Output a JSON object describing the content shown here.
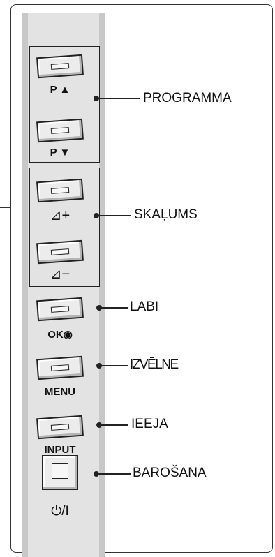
{
  "callouts": {
    "programma": "PROGRAMMA",
    "skalums": "SKAĻUMS",
    "labi": "LABI",
    "izvelne": "IZVĒLNE",
    "ieeja": "IEEJA",
    "barosana": "BAROŠANA"
  },
  "button_labels": {
    "p_up": "P ▲",
    "p_down": "P ▼",
    "vol_up": "⊿+",
    "vol_down": "⊿−",
    "ok": "OK◉",
    "menu": "MENU",
    "input": "INPUT",
    "power": "⏻/I"
  }
}
